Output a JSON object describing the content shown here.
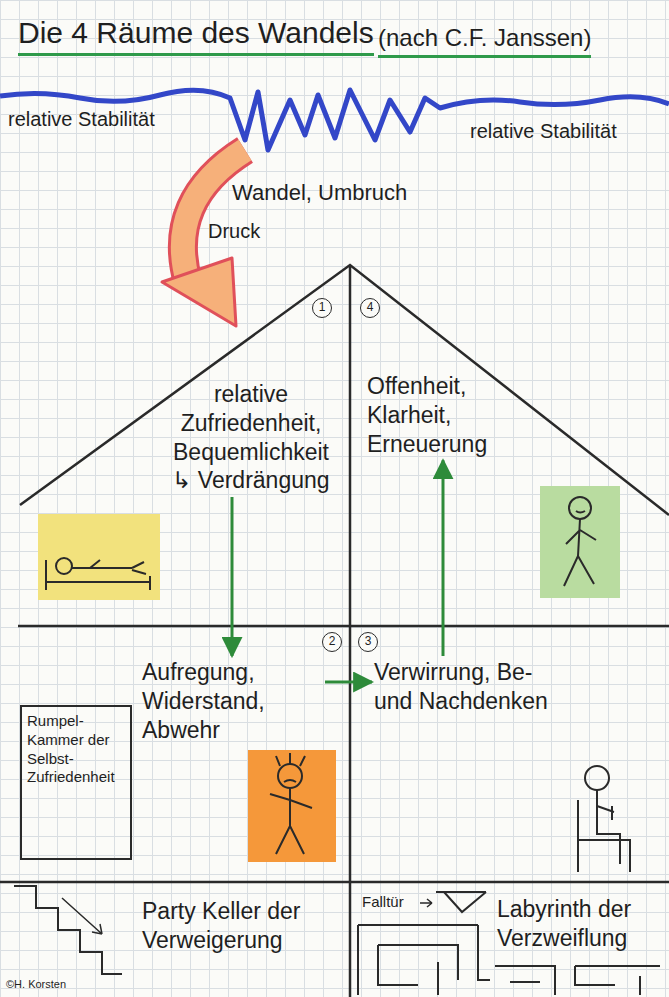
{
  "diagram": {
    "title": "Die 4 Räume des Wandels",
    "nodes": [
      {
        "text": [
          "relative Zufriedenheit, Bequemlichkeit",
          "↳ Verdrängung"
        ]
      },
      {
        "text": [
          "Offenheit, Klarheit, Erneuerung"
        ]
      },
      {
        "text": [
          "Rumpel-Kammer der Selbst-Zufriedenheit"
        ]
      },
      {
        "text": [
          "Aufregung, Widerstand, Abwehr"
        ]
      },
      {
        "text": [
          "Verwirrung, Be- und Nachdenken"
        ]
      },
      {
        "text": [
          "Party Keller der Verweigerung"
        ]
      },
      {
        "text": [
          "Labyrinth der Verzweiflung"
        ]
      }
    ],
    "edges": [
      {
        "from": 0,
        "to": 3,
        "arrow": "to"
      },
      {
        "from": 3,
        "to": 4,
        "arrow": "to"
      },
      {
        "from": 4,
        "to": 1,
        "arrow": "to"
      }
    ],
    "labels": [
      "(nach C.F. Janssen)",
      "relative Stabilität",
      "relative Stabilität",
      "Wandel, Umbruch",
      "Druck",
      "1",
      "4",
      "2",
      "3",
      "Falltür",
      "©H. Korsten"
    ]
  }
}
